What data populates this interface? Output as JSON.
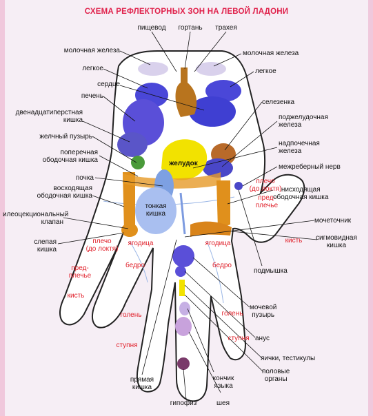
{
  "title": "СХЕМА РЕФЛЕКТОРНЫХ ЗОН НА ЛЕВОЙ ЛАДОНИ",
  "colors": {
    "title": "#e0204a",
    "zone_labels": "#e0202a",
    "stomach": "#f2e200",
    "organs_blue": "#5a4fd8",
    "intestine_orange": "#e0901c",
    "liver_brown": "#b06a2a",
    "gallbladder_green": "#4a9a3a",
    "kidney_light_blue": "#93b3ea",
    "reproductive_purple": "#b48ad0",
    "pituitary_dark": "#7a3a6a",
    "hand_outline": "#222222"
  },
  "labels": {
    "esophagus": "пищевод",
    "larynx": "гортань",
    "trachea": "трахея",
    "mammary_left": "молочная железа",
    "mammary_right": "молочная железа",
    "lung_left": "легкое",
    "lung_right": "легкое",
    "heart": "сердце",
    "liver": "печень",
    "duodenum": "двенадцатиперстная\nкишка",
    "spleen": "селезенка",
    "pancreas": "поджелудочная\nжелеза",
    "gallbladder": "желчный пузырь",
    "transverse_colon": "поперечная\nободочная кишка",
    "adrenal": "надпочечная\nжелеза",
    "intercostal_nerve": "межреберный нерв",
    "kidney": "почка",
    "ascending_colon": "восходящая\nободочная кишка",
    "descending_colon": "нисходящая\nободочная кишка",
    "ileocecal_valve": "илеоцекциональный\nклапан",
    "ureter": "мочеточник",
    "cecum": "слепая\nкишка",
    "sigmoid_colon": "сигмовидная\nкишка",
    "armpit": "подмышка",
    "bladder": "мочевой\nпузырь",
    "anus": "анус",
    "testicles": "яички, тестикулы",
    "genitals": "половые\nорганы",
    "rectum": "прямая\nкишка",
    "tongue_tip": "кончик\nязыка",
    "pituitary": "гипофиз",
    "neck": "шея"
  },
  "inner_labels": {
    "stomach": "желудок",
    "small_intestine": "тонкая\nкишка"
  },
  "zone_labels": {
    "shoulder_left": "плечо\n(до локтя)",
    "forearm_left": "пред-\nплечье",
    "wrist_left": "кисть",
    "buttock_left": "ягодица",
    "thigh_left": "бедро",
    "shin_left": "голень",
    "foot_left": "ступня",
    "buttock_right": "ягодица",
    "thigh_right": "бедро",
    "shin_right": "голень",
    "foot_right": "ступня",
    "shoulder_right": "плечо\n(до локтя)",
    "forearm_right": "пред-\nплечье",
    "wrist_right": "кисть"
  }
}
